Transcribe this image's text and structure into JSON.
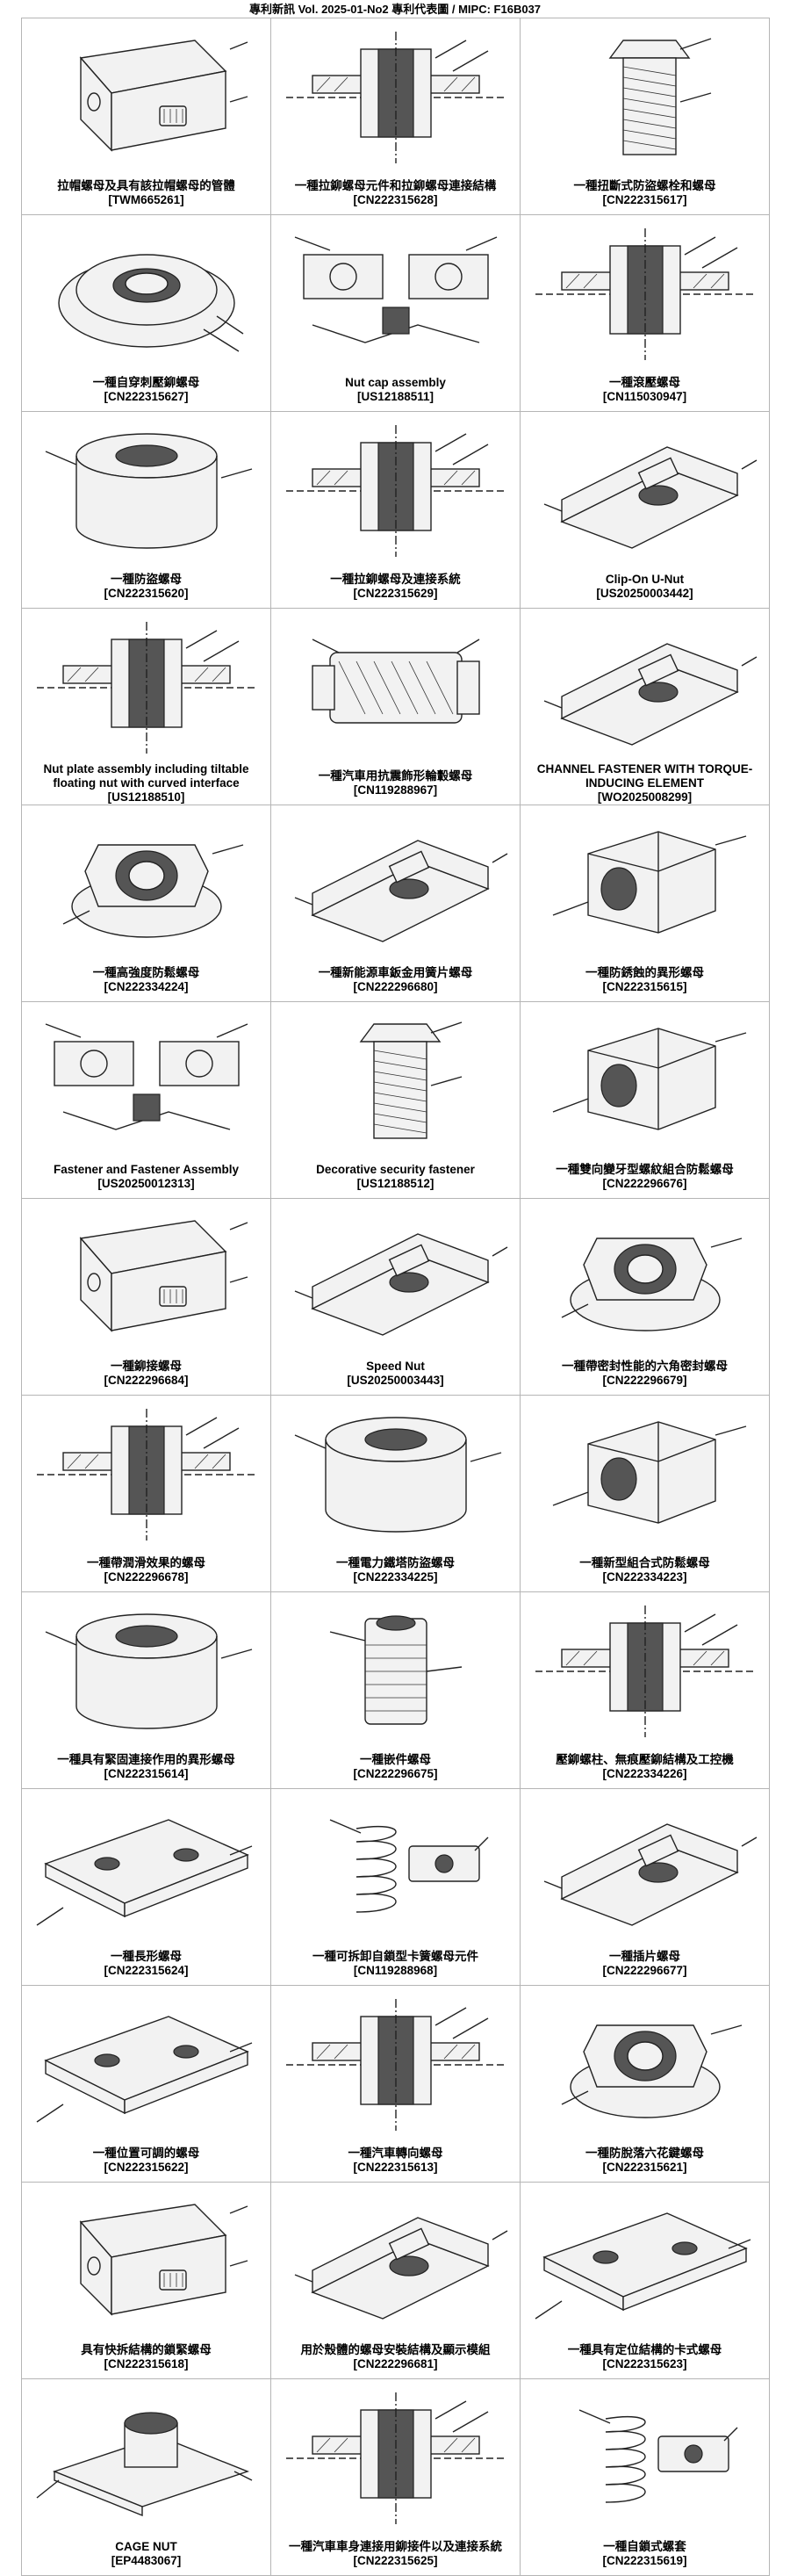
{
  "header": {
    "title": "專利新訊  Vol. 2025-01-No2  專利代表圖  /  MIPC:  F16B037"
  },
  "patents": [
    {
      "title": "拉帽螺母及具有該拉帽螺母的管體",
      "id": "[TWM665261]",
      "icon": "tube-rivet-nut-drawing"
    },
    {
      "title": "一種拉鉚螺母元件和拉鉚螺母連接結構",
      "id": "[CN222315628]",
      "icon": "section-drawing"
    },
    {
      "title": "一種扭斷式防盜螺栓和螺母",
      "id": "[CN222315617]",
      "icon": "bolt-drawing"
    },
    {
      "title": "一種自穿刺壓鉚螺母",
      "id": "[CN222315627]",
      "icon": "press-nut-drawing"
    },
    {
      "title": "Nut cap assembly",
      "id": "[US12188511]",
      "icon": "assembly-drawing"
    },
    {
      "title": "一種滾壓螺母",
      "id": "[CN115030947]",
      "icon": "section-drawing"
    },
    {
      "title": "一種防盜螺母",
      "id": "[CN222315620]",
      "icon": "nut-drawing"
    },
    {
      "title": "一種拉鉚螺母及連接系統",
      "id": "[CN222315629]",
      "icon": "section-drawing"
    },
    {
      "title": "Clip-On U-Nut",
      "id": "[US20250003442]",
      "icon": "clip-nut-drawing"
    },
    {
      "title": "Nut plate assembly including tiltable floating nut with curved interface",
      "id": "[US12188510]",
      "icon": "section-drawing"
    },
    {
      "title": "一種汽車用抗震飾形輪轂螺母",
      "id": "[CN119288967]",
      "icon": "wheel-nut-drawing"
    },
    {
      "title": "CHANNEL FASTENER WITH TORQUE-INDUCING ELEMENT",
      "id": "[WO2025008299]",
      "icon": "clip-nut-drawing"
    },
    {
      "title": "一種高強度防鬆螺母",
      "id": "[CN222334224]",
      "icon": "flange-nut-drawing"
    },
    {
      "title": "一種新能源車鈑金用簧片螺母",
      "id": "[CN222296680]",
      "icon": "clip-nut-drawing"
    },
    {
      "title": "一種防銹蝕的異形螺母",
      "id": "[CN222315615]",
      "icon": "hex-nut-drawing"
    },
    {
      "title": "Fastener and Fastener Assembly",
      "id": "[US20250012313]",
      "icon": "assembly-drawing"
    },
    {
      "title": "Decorative security fastener",
      "id": "[US12188512]",
      "icon": "bolt-drawing"
    },
    {
      "title": "一種雙向變牙型螺紋組合防鬆螺母",
      "id": "[CN222296676]",
      "icon": "hex-nut-drawing"
    },
    {
      "title": "一種鉚接螺母",
      "id": "[CN222296684]",
      "icon": "tube-rivet-nut-drawing"
    },
    {
      "title": "Speed Nut",
      "id": "[US20250003443]",
      "icon": "clip-nut-drawing"
    },
    {
      "title": "一種帶密封性能的六角密封螺母",
      "id": "[CN222296679]",
      "icon": "flange-nut-drawing"
    },
    {
      "title": "一種帶潤滑效果的螺母",
      "id": "[CN222296678]",
      "icon": "section-drawing"
    },
    {
      "title": "一種電力鐵塔防盜螺母",
      "id": "[CN222334225]",
      "icon": "nut-drawing"
    },
    {
      "title": "一種新型組合式防鬆螺母",
      "id": "[CN222334223]",
      "icon": "hex-nut-drawing"
    },
    {
      "title": "一種具有緊固連接作用的異形螺母",
      "id": "[CN222315614]",
      "icon": "nut-drawing"
    },
    {
      "title": "一種嵌件螺母",
      "id": "[CN222296675]",
      "icon": "insert-nut-drawing"
    },
    {
      "title": "壓鉚螺柱、無痕壓鉚結構及工控機",
      "id": "[CN222334226]",
      "icon": "section-drawing"
    },
    {
      "title": "一種長形螺母",
      "id": "[CN222315624]",
      "icon": "plate-nut-drawing"
    },
    {
      "title": "一種可拆卸自鎖型卡簧螺母元件",
      "id": "[CN119288968]",
      "icon": "spring-drawing"
    },
    {
      "title": "一種插片螺母",
      "id": "[CN222296677]",
      "icon": "clip-nut-drawing"
    },
    {
      "title": "一種位置可調的螺母",
      "id": "[CN222315622]",
      "icon": "plate-nut-drawing"
    },
    {
      "title": "一種汽車轉向螺母",
      "id": "[CN222315613]",
      "icon": "section-drawing"
    },
    {
      "title": "一種防脫落六花鍵螺母",
      "id": "[CN222315621]",
      "icon": "flange-nut-drawing"
    },
    {
      "title": "具有快拆結構的鎖緊螺母",
      "id": "[CN222315618]",
      "icon": "tube-rivet-nut-drawing"
    },
    {
      "title": "用於殼體的螺母安裝結構及顯示模組",
      "id": "[CN222296681]",
      "icon": "clip-nut-drawing"
    },
    {
      "title": "一種具有定位結構的卡式螺母",
      "id": "[CN222315623]",
      "icon": "plate-nut-drawing"
    },
    {
      "title": "CAGE NUT",
      "id": "[EP4483067]",
      "icon": "cage-nut-drawing"
    },
    {
      "title": "一種汽車車身連接用鉚接件以及連接系統",
      "id": "[CN222315625]",
      "icon": "section-drawing"
    },
    {
      "title": "一種自鎖式螺套",
      "id": "[CN222315619]",
      "icon": "spring-drawing"
    }
  ]
}
